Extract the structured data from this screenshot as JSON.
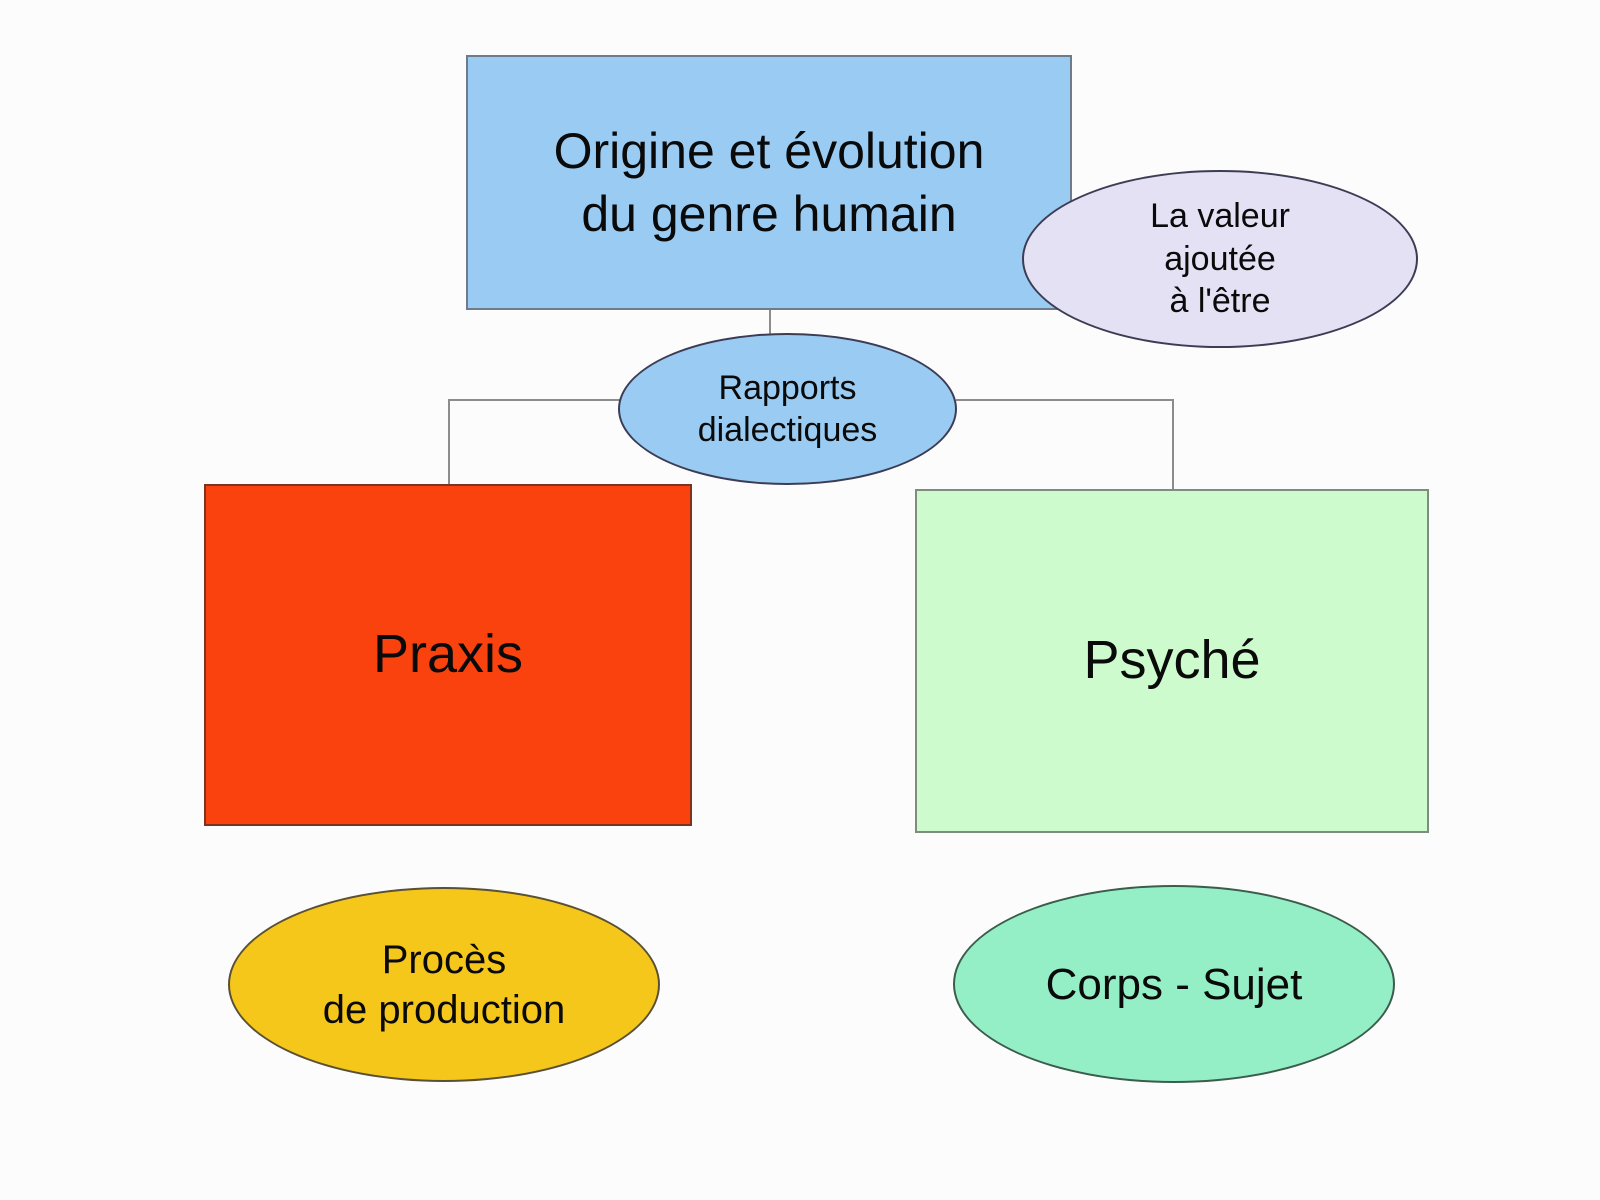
{
  "canvas": {
    "background_color": "#FCFCFC",
    "connector_color": "#8C8C8C"
  },
  "nodes": {
    "origin": {
      "label": "Origine et évolution\ndu genre humain",
      "shape": "rectangle",
      "fill": "#9ACBF2",
      "border": "#6E7B8A"
    },
    "valeur": {
      "label": "La valeur\najoutée\nà l'être",
      "shape": "ellipse",
      "fill": "#E3E1F3",
      "border": "#3C3C55"
    },
    "rapports": {
      "label": "Rapports\ndialectiques",
      "shape": "ellipse",
      "fill": "#9ACBF2",
      "border": "#3C3C55"
    },
    "praxis": {
      "label": "Praxis",
      "shape": "rectangle",
      "fill": "#F9420D",
      "border": "#7C3420"
    },
    "psyche": {
      "label": "Psyché",
      "shape": "rectangle",
      "fill": "#CDFBCD",
      "border": "#7E8E7E"
    },
    "proces": {
      "label": "Procès\nde production",
      "shape": "ellipse",
      "fill": "#F5C71B",
      "border": "#5A5034"
    },
    "corps": {
      "label": "Corps - Sujet",
      "shape": "ellipse",
      "fill": "#94EFC7",
      "border": "#3C5C4C"
    }
  }
}
